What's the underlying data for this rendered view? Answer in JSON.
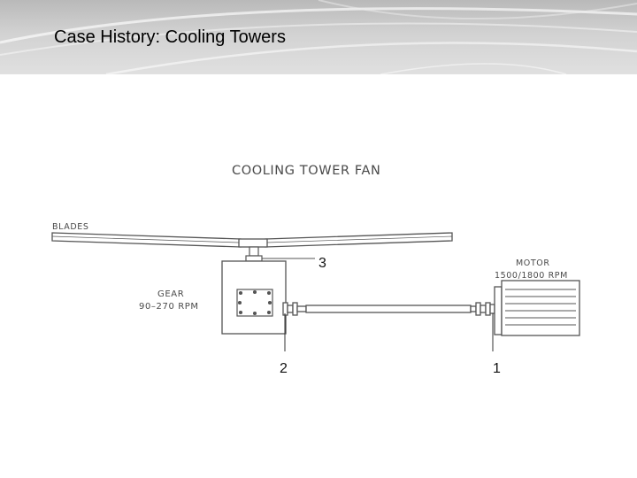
{
  "slide": {
    "title": "Case History: Cooling Towers"
  },
  "diagram": {
    "heading": "COOLING TOWER FAN",
    "blades_label": "BLADES",
    "gear_label": "GEAR",
    "gear_speed": "90–270 RPM",
    "motor_label": "MOTOR",
    "motor_speed": "1500/1800 RPM",
    "callouts": [
      "1",
      "2",
      "3"
    ]
  },
  "colors": {
    "header_band": "#c8c8c8",
    "line_art": "#555555"
  }
}
